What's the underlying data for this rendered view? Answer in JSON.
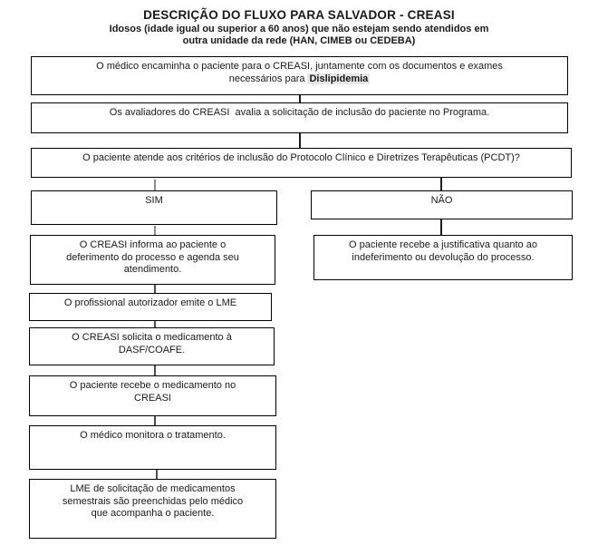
{
  "title": "DESCRIÇÃO DO FLUXO PARA SALVADOR - CREASI",
  "subtitle_line1": "Idosos (idade igual ou superior a 60 anos) que não estejam sendo atendidos em",
  "subtitle_line2": "outra unidade da rede (HAN, CIMEB ou CEDEBA)",
  "flow": {
    "referral": {
      "line1": "O médico encaminha o paciente para o CREASI, juntamente com os documentos e exames",
      "line2_prefix": "necessários para",
      "line2_bold": "Dislipidemia"
    },
    "evaluation": {
      "line1": "Os avaliadores do CREASI  avalia a solicitação de inclusão do paciente no Programa."
    },
    "criteria_question": {
      "line1": "O paciente atende aos critérios de inclusão do Protocolo Clínico e Diretrizes Terapêuticas (PCDT)?"
    },
    "yes_label": "SIM",
    "no_label": "NÃO",
    "yes_branch": [
      {
        "lines": [
          "O CREASI informa ao paciente o",
          "deferimento do processo e agenda seu",
          "atendimento."
        ]
      },
      {
        "lines": [
          "O profissional autorizador emite o LME"
        ]
      },
      {
        "lines": [
          "O CREASI solicita o medicamento à",
          "DASF/COAFE."
        ]
      },
      {
        "lines": [
          "O paciente recebe o medicamento no",
          "CREASI"
        ]
      },
      {
        "lines": [
          "O médico monitora o tratamento."
        ]
      },
      {
        "lines": [
          "LME de solicitação de medicamentos",
          "semestrais são preenchidas pelo médico",
          "que acompanha o paciente."
        ]
      }
    ],
    "no_branch": [
      {
        "lines": [
          "O paciente recebe a justificativa quanto ao",
          "indeferimento ou devolução do processo."
        ]
      }
    ]
  },
  "colors": {
    "background": "#ffffff",
    "box_border": "#000000",
    "text": "#1a1a1a",
    "connector_dark": "#1a1a1a",
    "connector_gray": "#8c8c8c",
    "highlight": "#e8e8e8"
  }
}
